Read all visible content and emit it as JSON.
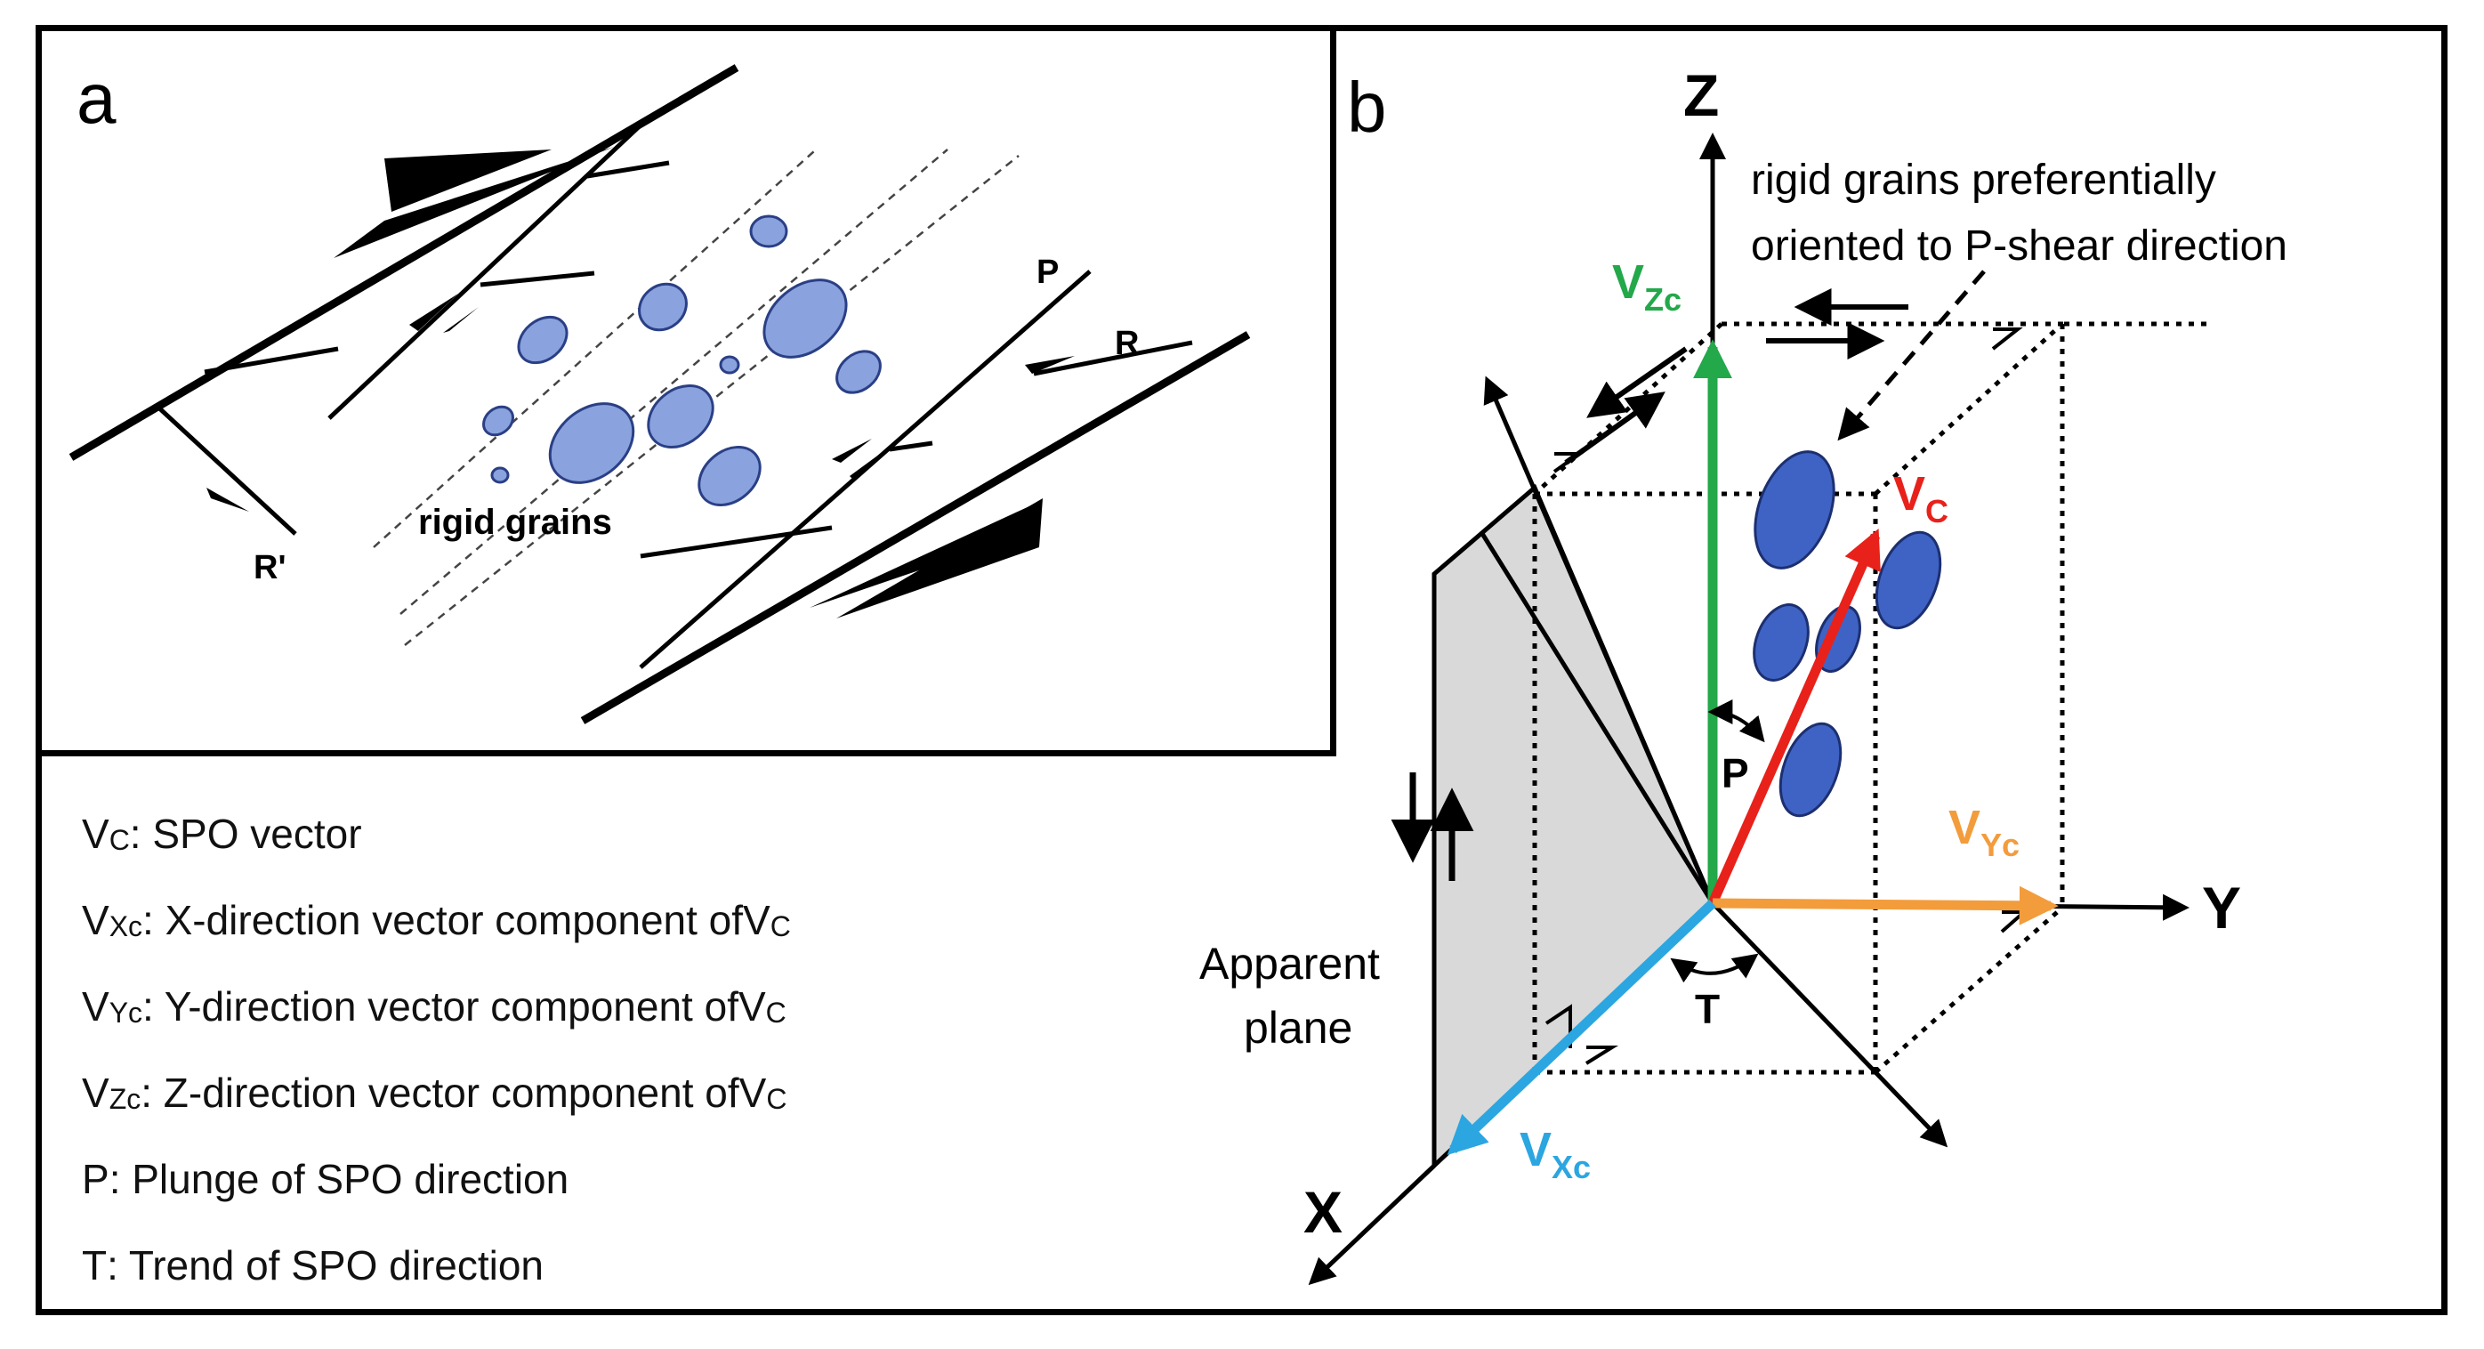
{
  "panel_a": {
    "label": "a",
    "rigid_grains_label": "rigid grains",
    "shear_labels": {
      "p": "P",
      "r": "R",
      "r_prime": "R'"
    }
  },
  "panel_b": {
    "label": "b",
    "axes": {
      "x": "X",
      "y": "Y",
      "z": "Z"
    },
    "annotation_line1": "rigid grains preferentially",
    "annotation_line2": "oriented to P-shear direction",
    "vectors": {
      "vc": {
        "main": "V",
        "sub": "C",
        "color": "#e8211b"
      },
      "vxc": {
        "main": "V",
        "sub": "Xc",
        "color": "#2ba6e1"
      },
      "vyc": {
        "main": "V",
        "sub": "Yc",
        "color": "#f39c3c"
      },
      "vzc": {
        "main": "V",
        "sub": "Zc",
        "color": "#23a84a"
      }
    },
    "angle_p": "P",
    "angle_t": "T",
    "apparent_plane_line1": "Apparent",
    "apparent_plane_line2": "plane",
    "grain_color": "#3f63c4",
    "plane_color": "#d9d9d9"
  },
  "legend": [
    {
      "symbol": "V",
      "symbol_sub": "C",
      "text": " : SPO vector",
      "ref": "",
      "ref_sub": ""
    },
    {
      "symbol": "V",
      "symbol_sub": "Xc",
      "text": " : X-direction vector component of ",
      "ref": "V",
      "ref_sub": "C"
    },
    {
      "symbol": "V",
      "symbol_sub": "Yc",
      "text": " : Y-direction vector component of ",
      "ref": "V",
      "ref_sub": "C"
    },
    {
      "symbol": "V",
      "symbol_sub": "Zc",
      "text": " : Z-direction vector component of ",
      "ref": "V",
      "ref_sub": "C"
    },
    {
      "symbol": "P",
      "symbol_sub": "",
      "text": " : Plunge of SPO direction",
      "ref": "",
      "ref_sub": ""
    },
    {
      "symbol": "T",
      "symbol_sub": "",
      "text": " : Trend of SPO direction",
      "ref": "",
      "ref_sub": ""
    }
  ]
}
